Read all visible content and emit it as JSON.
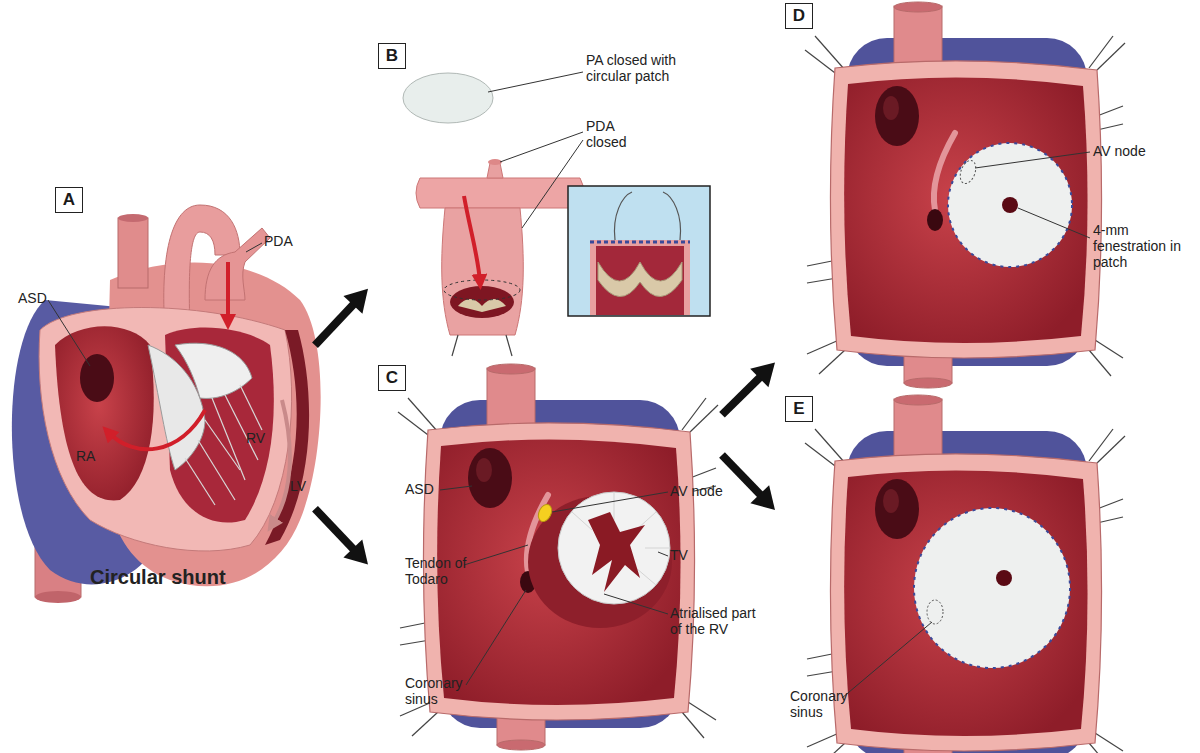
{
  "diagram": {
    "nodes": [
      {
        "text": [
          "A"
        ]
      },
      {
        "text": [
          "B"
        ]
      },
      {
        "text": [
          "C"
        ]
      },
      {
        "text": [
          "D"
        ]
      },
      {
        "text": [
          "E"
        ]
      }
    ],
    "edges": [
      {
        "from": 0,
        "to": 1,
        "arrow": "to"
      },
      {
        "from": 0,
        "to": 2,
        "arrow": "to"
      },
      {
        "from": 2,
        "to": 3,
        "arrow": "to"
      },
      {
        "from": 2,
        "to": 4,
        "arrow": "to"
      }
    ],
    "labels": [
      "PDA",
      "ASD",
      "RA",
      "RV",
      "LV",
      "Circular shunt",
      "PA closed with circular patch",
      "PDA closed",
      "ASD",
      "AV node",
      "TV",
      "Tendon of Todaro",
      "Atrialised part of the RV",
      "Coronary sinus",
      "AV node",
      "4-mm fenestration in patch",
      "Coronary sinus"
    ]
  }
}
